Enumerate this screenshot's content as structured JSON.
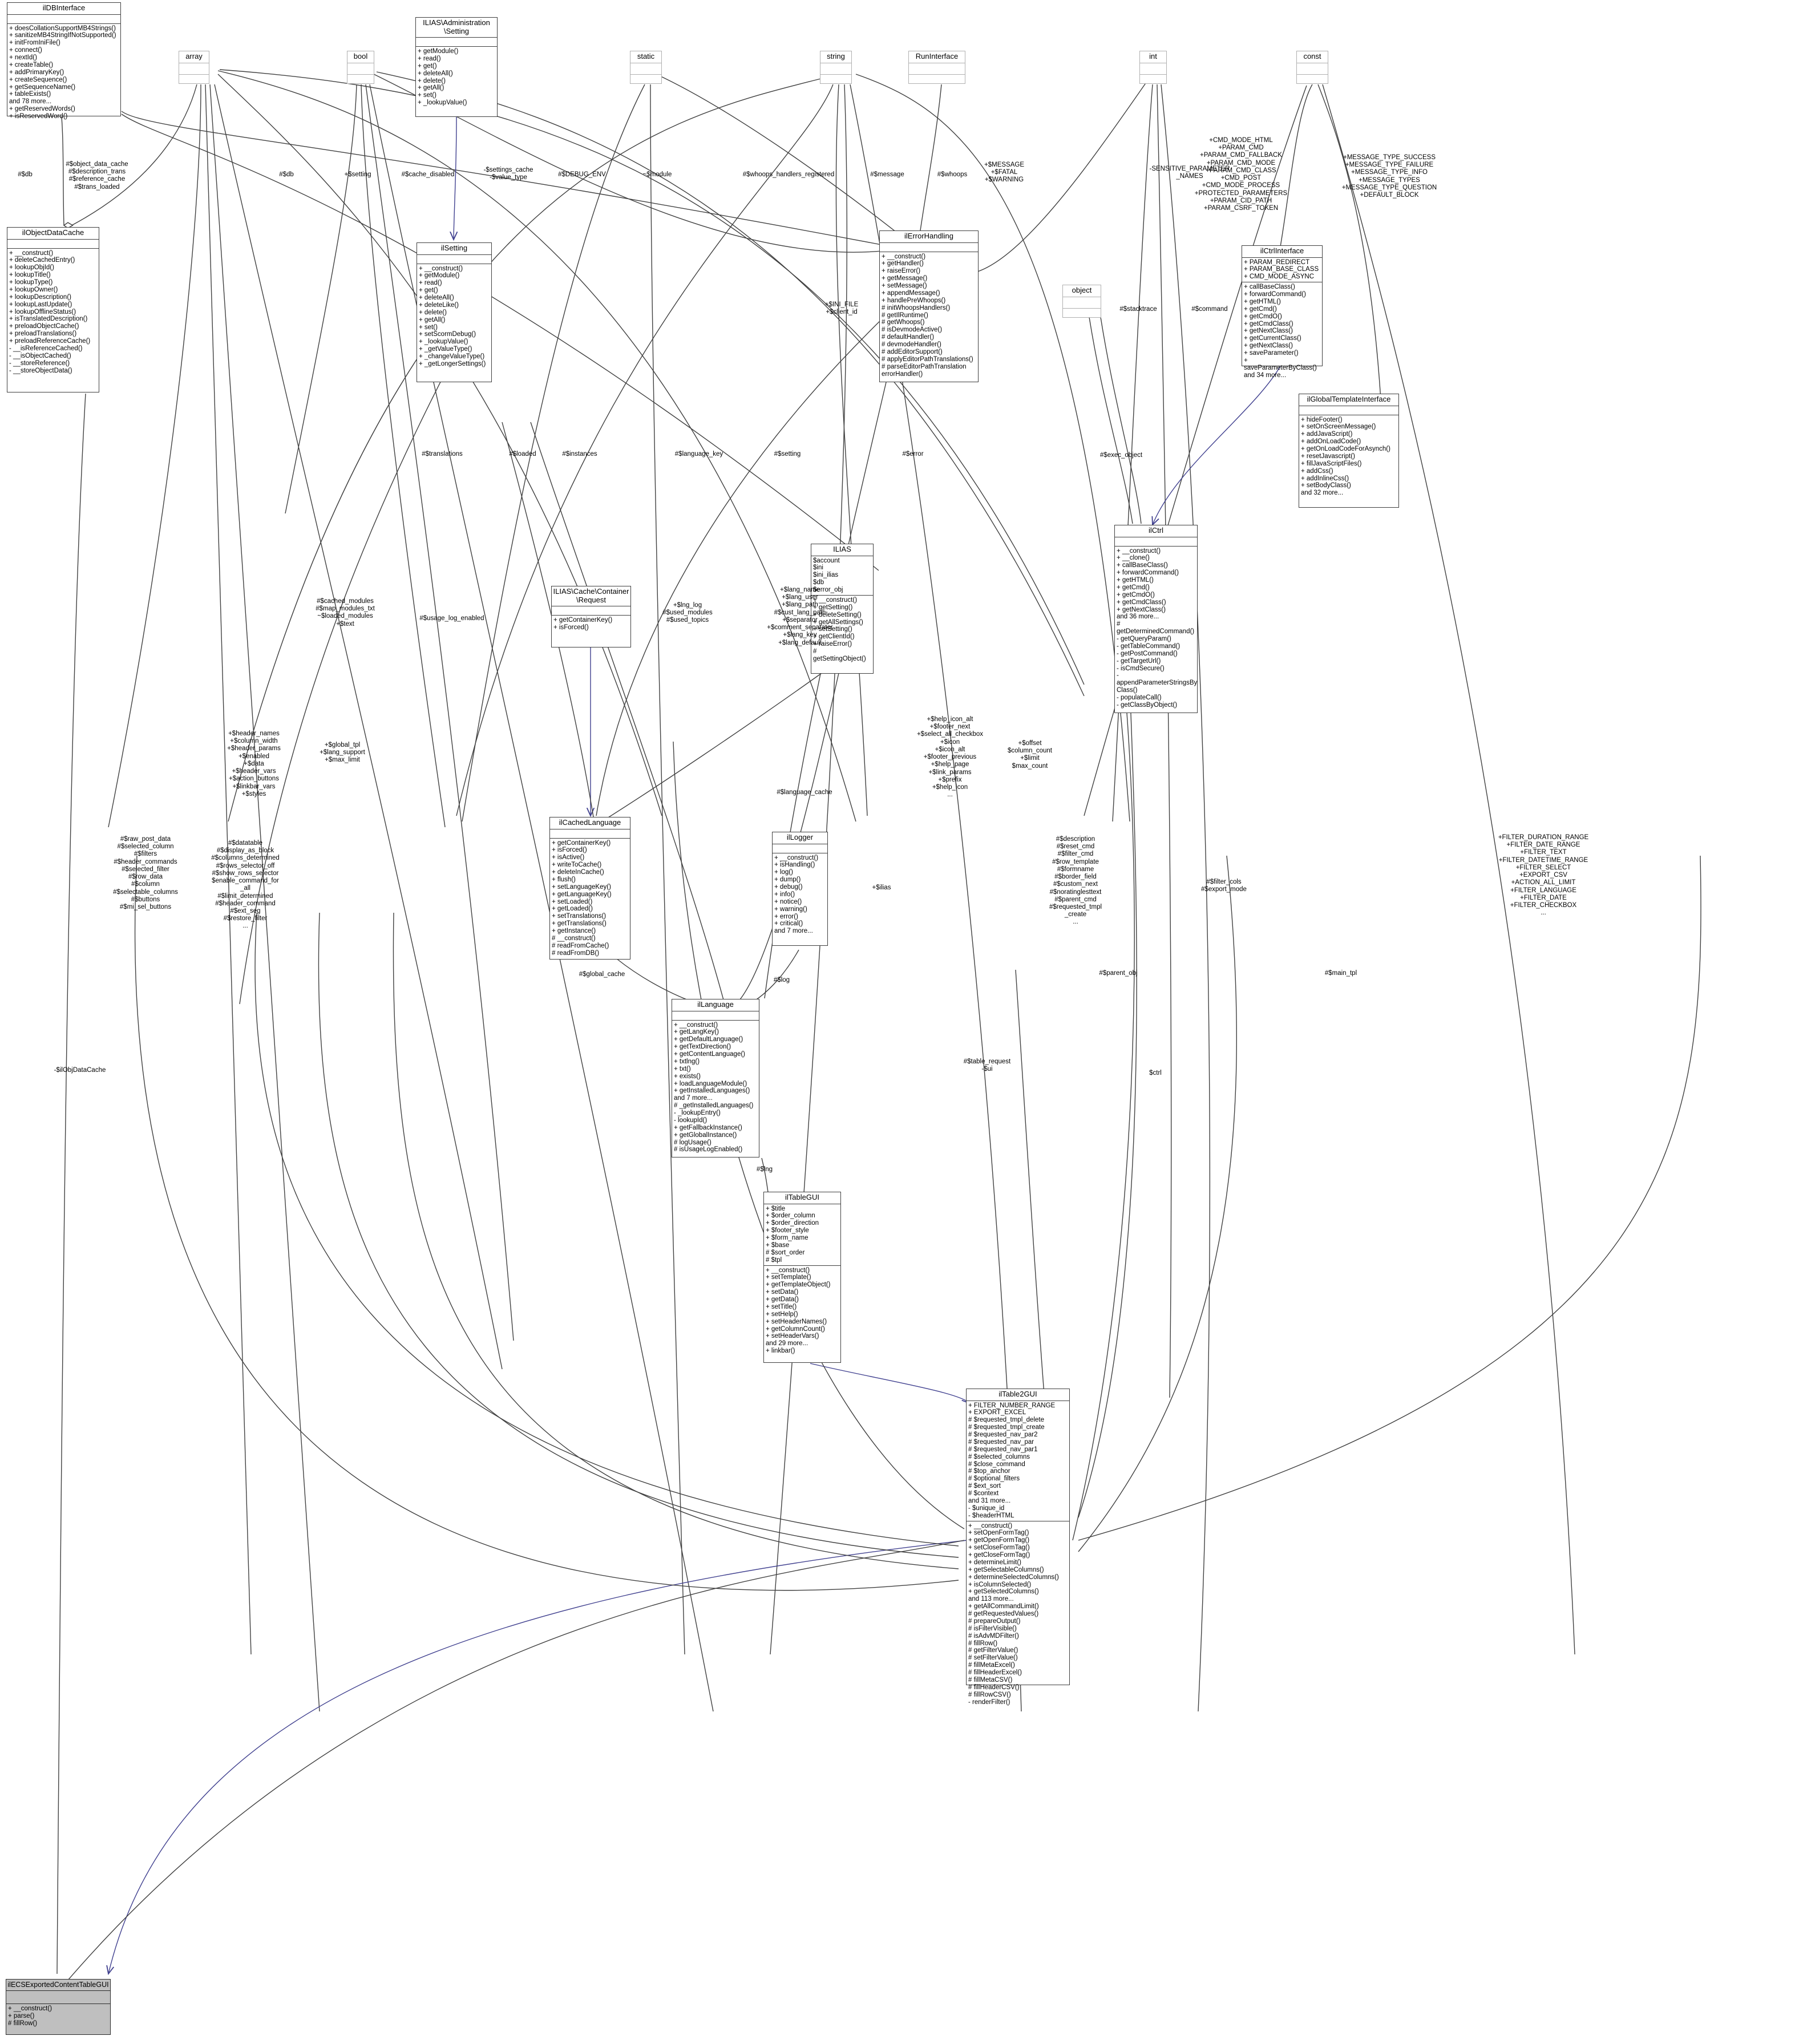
{
  "diagram": {
    "kind": "uml-collaboration-diagram",
    "root_class": "ilECSExportedContentTableGUI",
    "edge_color": "#404040",
    "inherit_color": "#40408f",
    "fill_color": "#bfbfbf"
  },
  "nodes": [
    {
      "id": "ildbinterface",
      "title": "ilDBInterface",
      "attrs": "",
      "ops": "+ doesCollationSupportMB4Strings()\n+ sanitizeMB4StringIfNotSupported()\n+ initFromIniFile()\n+ connect()\n+ nextId()\n+ createTable()\n+ addPrimaryKey()\n+ createSequence()\n+ getSequenceName()\n+ tableExists()\nand 78 more...\n+ getReservedWords()\n+ isReservedWord()"
    },
    {
      "id": "array",
      "title": "array",
      "attrs": "",
      "ops": ""
    },
    {
      "id": "bool",
      "title": "bool",
      "attrs": "",
      "ops": ""
    },
    {
      "id": "ilias-administration-setting",
      "title": "ILIAS\\Administration\n\\Setting",
      "attrs": "",
      "ops": "+ getModule()\n+ read()\n+ get()\n+ deleteAll()\n+ delete()\n+ getAll()\n+ set()\n+ _lookupValue()"
    },
    {
      "id": "static",
      "title": "static",
      "attrs": "",
      "ops": ""
    },
    {
      "id": "string",
      "title": "string",
      "attrs": "",
      "ops": ""
    },
    {
      "id": "runinterface",
      "title": "RunInterface",
      "attrs": "",
      "ops": ""
    },
    {
      "id": "int",
      "title": "int",
      "attrs": "",
      "ops": ""
    },
    {
      "id": "const",
      "title": "const",
      "attrs": "",
      "ops": ""
    },
    {
      "id": "ilobjectdatacache",
      "title": "ilObjectDataCache",
      "attrs": "",
      "ops": "+ __construct()\n+ deleteCachedEntry()\n+ lookupObjId()\n+ lookupTitle()\n+ lookupType()\n+ lookupOwner()\n+ lookupDescription()\n+ lookupLastUpdate()\n+ lookupOfflineStatus()\n+ isTranslatedDescription()\n+ preloadObjectCache()\n+ preloadTranslations()\n+ preloadReferenceCache()\n- __isReferenceCached()\n- __isObjectCached()\n- __storeReference()\n- __storeObjectData()"
    },
    {
      "id": "ilsetting",
      "title": "ilSetting",
      "attrs": "",
      "ops": "+ __construct()\n+ getModule()\n+ read()\n+ get()\n+ deleteAll()\n+ deleteLike()\n+ delete()\n+ getAll()\n+ set()\n+ setScormDebug()\n+ _lookupValue()\n+ _getValueType()\n+ _changeValueType()\n+ _getLongerSettings()"
    },
    {
      "id": "ilerrorhandling",
      "title": "ilErrorHandling",
      "attrs": "",
      "ops": "+ __construct()\n+ getHandler()\n+ raiseError()\n+ getMessage()\n+ setMessage()\n+ appendMessage()\n+ handlePreWhoops()\n# initWhoopsHandlers()\n# getIlRuntime()\n# getWhoops()\n# isDevmodeActive()\n# defaultHandler()\n# devmodeHandler()\n# addEditorSupport()\n# applyEditorPathTranslations()\n# parseEditorPathTranslation\n  errorHandler()"
    },
    {
      "id": "object",
      "title": "object",
      "attrs": "",
      "ops": ""
    },
    {
      "id": "ilctrlinterface",
      "title": "ilCtrlInterface",
      "attrs": "+ PARAM_REDIRECT\n+ PARAM_BASE_CLASS\n+ CMD_MODE_ASYNC",
      "ops": "+ callBaseClass()\n+ forwardCommand()\n+ getHTML()\n+ getCmd()\n+ getCmdO()\n+ getCmdClass()\n+ getNextClass()\n+ getCurrentClass()\n+ getNextClass()\n+ saveParameter()\n+ saveParameterByClass()\nand 34 more..."
    },
    {
      "id": "ilglobaltemplateinterface",
      "title": "ilGlobalTemplateInterface",
      "attrs": "",
      "ops": "+ hideFooter()\n+ setOnScreenMessage()\n+ addJavaScript()\n+ addOnLoadCode()\n+ getOnLoadCodeForAsynch()\n+ resetJavascript()\n+ fillJavaScriptFiles()\n+ addCss()\n+ addInlineCss()\n+ setBodyClass()\nand 32 more..."
    },
    {
      "id": "ilias-cache-container-request",
      "title": "ILIAS\\Cache\\Container\n\\Request",
      "attrs": "",
      "ops": "+ getContainerKey()\n+ isForced()"
    },
    {
      "id": "ilias",
      "title": "ILIAS",
      "attrs": "$account\n$ini\n$ini_ilias\n$db\n$error_obj",
      "ops": "+ __construct()\n+ getSetting()\n+ deleteSetting()\n+ getAllSettings()\n+ setSetting()\n+ getClientId()\n+ raiseError()\n# getSettingObject()"
    },
    {
      "id": "ilcachedlanguage",
      "title": "ilCachedLanguage",
      "attrs": "",
      "ops": "+ getContainerKey()\n+ isForced()\n+ isActive()\n+ writeToCache()\n+ deleteInCache()\n+ flush()\n+ setLanguageKey()\n+ getLanguageKey()\n+ setLoaded()\n+ getLoaded()\n+ setTranslations()\n+ getTranslations()\n+ getInstance()\n# __construct()\n# readFromCache()\n# readFromDB()"
    },
    {
      "id": "illogger",
      "title": "ilLogger",
      "attrs": "",
      "ops": "+ __construct()\n+ isHandling()\n+ log()\n+ dump()\n+ debug()\n+ info()\n+ notice()\n+ warning()\n+ error()\n+ critical()\nand 7 more..."
    },
    {
      "id": "illanguage",
      "title": "ilLanguage",
      "attrs": "",
      "ops": "+ __construct()\n+ getLangKey()\n+ getDefaultLanguage()\n+ getTextDirection()\n+ getContentLanguage()\n+ txtlng()\n+ txt()\n+ exists()\n+ loadLanguageModule()\n+ getInstalledLanguages()\nand 7 more...\n# _getInstalledLanguages()\n- _lookupEntry()\n- lookupId()\n+ getFallbackInstance()\n+ getGlobalInstance()\n# logUsage()\n# isUsageLogEnabled()"
    },
    {
      "id": "iltablegui",
      "title": "ilTableGUI",
      "attrs": "+ $title\n+ $order_column\n+ $order_direction\n+ $footer_style\n+ $form_name\n+ $base\n# $sort_order\n# $tpl",
      "ops": "+ __construct()\n+ setTemplate()\n+ getTemplateObject()\n+ setData()\n+ getData()\n+ setTitle()\n+ setHelp()\n+ setHeaderNames()\n+ getColumnCount()\n+ setHeaderVars()\nand 29 more...\n+ linkbar()"
    },
    {
      "id": "iltable2gui",
      "title": "ilTable2GUI",
      "attrs": "+ FILTER_NUMBER_RANGE\n+ EXPORT_EXCEL\n# $requested_tmpl_delete\n# $requested_tmpl_create\n# $requested_nav_par2\n# $requested_nav_par\n# $requested_nav_par1\n# $selected_columns\n# $close_command\n# $top_anchor\n# $optional_filters\n# $ext_sort\n# $context\nand 31 more...\n- $unique_id\n- $headerHTML",
      "ops": "+ __construct()\n+ setOpenFormTag()\n+ getOpenFormTag()\n+ setCloseFormTag()\n+ getCloseFormTag()\n+ determineLimit()\n+ getSelectableColumns()\n+ determineSelectedColumns()\n+ isColumnSelected()\n+ getSelectedColumns()\nand 113 more...\n+ getAllCommandLimit()\n# getRequestedValues()\n# prepareOutput()\n# isFilterVisible()\n# isAdvMDFilter()\n# fillRow()\n# getFilterValue()\n# setFilterValue()\n# fillMetaExcel()\n# fillHeaderExcel()\n# fillMetaCSV()\n# fillHeaderCSV()\n# fillRowCSV()\n- renderFilter()"
    },
    {
      "id": "ilctrl",
      "title": "ilCtrl",
      "attrs": "",
      "ops": "+ __construct()\n+ __clone()\n+ callBaseClass()\n+ forwardCommand()\n+ getHTML()\n+ getCmd()\n+ getCmdO()\n+ getCmdClass()\n+ getNextClass()\nand 36 more...\n# getDeterminedCommand()\n- getQueryParam()\n- getTableCommand()\n- getPostCommand()\n- getTargetUrl()\n- isCmdSecure()\n- appendParameterStringsBy\n  Class()\n- populateCall()\n- getClassByObject()"
    },
    {
      "id": "ilecsexportedcontenttablegui",
      "title": "ilECSExportedContentTableGUI",
      "attrs": "",
      "ops": "+ __construct()\n+ parse()\n# fillRow()",
      "filled": true
    }
  ],
  "edge_labels": [
    {
      "id": "l-db-1",
      "text": "#$db"
    },
    {
      "id": "l-objdatacache-fields",
      "text": "#$object_data_cache\n#$description_trans\n#$reference_cache\n#$trans_loaded"
    },
    {
      "id": "l-db-2",
      "text": "#$db"
    },
    {
      "id": "l-setting",
      "text": "+$setting"
    },
    {
      "id": "l-cache-disabled",
      "text": "#$cache_disabled"
    },
    {
      "id": "l-settings-cache",
      "text": "-$settings_cache\n-$value_type"
    },
    {
      "id": "l-debug-env",
      "text": "#$DEBUG_ENV"
    },
    {
      "id": "l-module",
      "text": "~$module"
    },
    {
      "id": "l-whoops-handlers",
      "text": "#$whoops_handlers_registered"
    },
    {
      "id": "l-message",
      "text": "#$message"
    },
    {
      "id": "l-whoops",
      "text": "#$whoops"
    },
    {
      "id": "l-message-fatal-warning",
      "text": "+$MESSAGE\n+$FATAL\n+$WARNING"
    },
    {
      "id": "l-sensitive-params",
      "text": "-SENSITIVE_PARAMETER\n_NAMES"
    },
    {
      "id": "l-const-cmd",
      "text": "+CMD_MODE_HTML\n+PARAM_CMD\n+PARAM_CMD_FALLBACK\n+PARAM_CMD_MODE\n+PARAM_CMD_CLASS\n+CMD_POST\n+CMD_MODE_PROCESS\n+PROTECTED_PARAMETERS\n+PARAM_CID_PATH\n+PARAM_CSRF_TOKEN"
    },
    {
      "id": "l-const-msg",
      "text": "+MESSAGE_TYPE_SUCCESS\n+MESSAGE_TYPE_FAILURE\n+MESSAGE_TYPE_INFO\n+MESSAGE_TYPES\n+MESSAGE_TYPE_QUESTION\n+DEFAULT_BLOCK"
    },
    {
      "id": "l-ini-file",
      "text": "+$INI_FILE\n+$client_id"
    },
    {
      "id": "l-stacktrace",
      "text": "#$stacktrace"
    },
    {
      "id": "l-command",
      "text": "#$command"
    },
    {
      "id": "l-translations",
      "text": "#$translations"
    },
    {
      "id": "l-loaded",
      "text": "#$loaded"
    },
    {
      "id": "l-instances",
      "text": "#$instances"
    },
    {
      "id": "l-language-key",
      "text": "#$language_key"
    },
    {
      "id": "l-setting2",
      "text": "#$setting"
    },
    {
      "id": "l-error",
      "text": "#$error"
    },
    {
      "id": "l-exec-object",
      "text": "#$exec_object"
    },
    {
      "id": "l-cached-modules",
      "text": "#$cached_modules\n#$map_modules_txt\n~$loaded_modules\n+$text"
    },
    {
      "id": "l-usage-log",
      "text": "#$usage_log_enabled"
    },
    {
      "id": "l-lng-log",
      "text": "+$lng_log\n#$used_modules\n#$used_topics"
    },
    {
      "id": "l-lang-name",
      "text": "+$lang_name\n+$lang_user\n+$lang_path\n#$cust_lang_path\n+$separator\n+$comment_separator\n+$lang_key\n+$lang_default"
    },
    {
      "id": "l-language-cache",
      "text": "#$language_cache"
    },
    {
      "id": "l-header-names",
      "text": "+$header_names\n+$column_width\n+$header_params\n+$enabled\n+$data\n+$header_vars\n+$action_buttons\n+$linkbar_vars\n+$styles"
    },
    {
      "id": "l-global-tpl",
      "text": "+$global_tpl\n+$lang_support\n+$max_limit"
    },
    {
      "id": "l-help-icon",
      "text": "+$help_icon_alt\n+$footer_next\n+$select_all_checkbox\n+$icon\n+$icon_alt\n+$footer_previous\n+$help_page\n+$link_params\n+$prefix\n+$help_icon\n..."
    },
    {
      "id": "l-offset",
      "text": "+$offset\n$column_count\n+$limit\n$max_count"
    },
    {
      "id": "l-description",
      "text": "#$description\n#$reset_cmd\n#$filter_cmd\n#$row_template\n#$formname\n#$border_field\n#$custom_next\n#$noratinglesttext\n#$parent_cmd\n#$requested_tmpl\n_create\n..."
    },
    {
      "id": "l-filter-cols",
      "text": "#$filter_cols\n#$export_mode"
    },
    {
      "id": "l-filter-duration",
      "text": "+FILTER_DURATION_RANGE\n+FILTER_DATE_RANGE\n+FILTER_TEXT\n+FILTER_DATETIME_RANGE\n+FILTER_SELECT\n+EXPORT_CSV\n+ACTION_ALL_LIMIT\n+FILTER_LANGUAGE\n+FILTER_DATE\n+FILTER_CHECKBOX\n..."
    },
    {
      "id": "l-raw-post",
      "text": "#$raw_post_data\n#$selected_column\n#$filters\n#$header_commands\n#$selected_filter\n#$row_data\n#$column\n#$selectable_columns\n#$buttons\n#$mi_sel_buttons"
    },
    {
      "id": "l-datatable",
      "text": "#$datatable\n#$display_as_block\n#$columns_determined\n#$rows_selector_off\n#$show_rows_selector\n$enable_command_for\n  _all\n#$limit_determined\n#$header_command\n#$ext_seg\n#$restore_filter\n..."
    },
    {
      "id": "l-global-cache",
      "text": "#$global_cache"
    },
    {
      "id": "l-lng",
      "text": "#$lng"
    },
    {
      "id": "l-log",
      "text": "#$log"
    },
    {
      "id": "l-ilias",
      "text": "+$ilias"
    },
    {
      "id": "l-parent-obj",
      "text": "#$parent_obj"
    },
    {
      "id": "l-ctrl",
      "text": "$ctrl"
    },
    {
      "id": "l-table-request",
      "text": "#$table_request\n-$ui"
    },
    {
      "id": "l-main-tpl",
      "text": "#$main_tpl"
    },
    {
      "id": "l-ilobjdatacache",
      "text": "-$ilObjDataCache"
    }
  ]
}
